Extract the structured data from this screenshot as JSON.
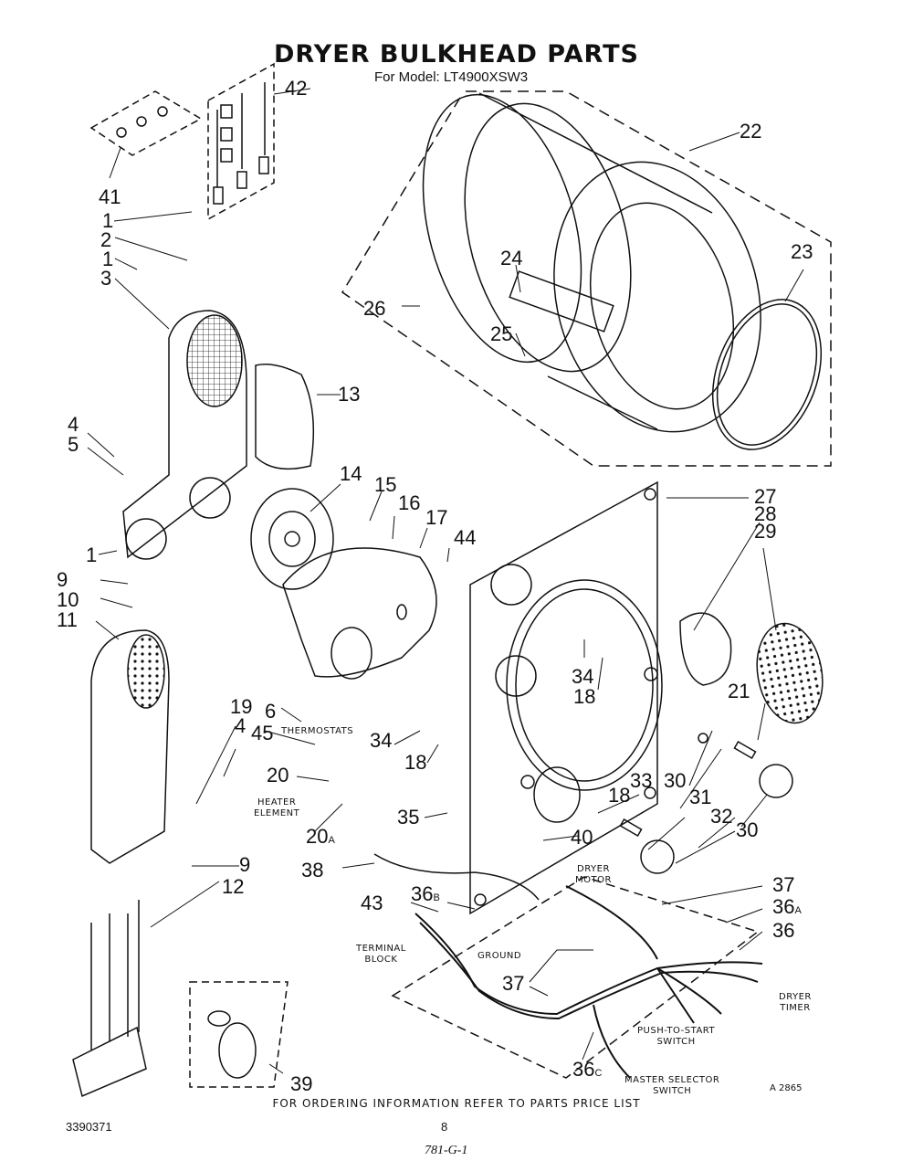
{
  "header": {
    "title": "DRYER BULKHEAD PARTS",
    "subtitle": "For Model: LT4900XSW3"
  },
  "callouts": [
    {
      "id": "42",
      "text": "42"
    },
    {
      "id": "41",
      "text": "41"
    },
    {
      "id": "1a",
      "text": "1"
    },
    {
      "id": "2",
      "text": "2"
    },
    {
      "id": "1b",
      "text": "1"
    },
    {
      "id": "3",
      "text": "3"
    },
    {
      "id": "22",
      "text": "22"
    },
    {
      "id": "23",
      "text": "23"
    },
    {
      "id": "24",
      "text": "24"
    },
    {
      "id": "25",
      "text": "25"
    },
    {
      "id": "26",
      "text": "26"
    },
    {
      "id": "13",
      "text": "13"
    },
    {
      "id": "4a",
      "text": "4"
    },
    {
      "id": "5",
      "text": "5"
    },
    {
      "id": "14",
      "text": "14"
    },
    {
      "id": "15",
      "text": "15"
    },
    {
      "id": "16",
      "text": "16"
    },
    {
      "id": "17",
      "text": "17"
    },
    {
      "id": "44",
      "text": "44"
    },
    {
      "id": "1c",
      "text": "1"
    },
    {
      "id": "9a",
      "text": "9"
    },
    {
      "id": "10",
      "text": "10"
    },
    {
      "id": "11",
      "text": "11"
    },
    {
      "id": "27",
      "text": "27"
    },
    {
      "id": "28",
      "text": "28"
    },
    {
      "id": "29",
      "text": "29"
    },
    {
      "id": "34a",
      "text": "34"
    },
    {
      "id": "18a",
      "text": "18"
    },
    {
      "id": "21",
      "text": "21"
    },
    {
      "id": "19",
      "text": "19"
    },
    {
      "id": "4b",
      "text": "4"
    },
    {
      "id": "6",
      "text": "6"
    },
    {
      "id": "45",
      "text": "45"
    },
    {
      "id": "20",
      "text": "20"
    },
    {
      "id": "20a",
      "text": "20",
      "suffix": "A"
    },
    {
      "id": "34b",
      "text": "34"
    },
    {
      "id": "18b",
      "text": "18"
    },
    {
      "id": "35",
      "text": "35"
    },
    {
      "id": "33",
      "text": "33"
    },
    {
      "id": "30a",
      "text": "30"
    },
    {
      "id": "18c",
      "text": "18"
    },
    {
      "id": "31",
      "text": "31"
    },
    {
      "id": "32",
      "text": "32"
    },
    {
      "id": "30b",
      "text": "30"
    },
    {
      "id": "40",
      "text": "40"
    },
    {
      "id": "9b",
      "text": "9"
    },
    {
      "id": "38",
      "text": "38"
    },
    {
      "id": "12",
      "text": "12"
    },
    {
      "id": "37a",
      "text": "37"
    },
    {
      "id": "36a",
      "text": "36",
      "suffix": "A"
    },
    {
      "id": "36",
      "text": "36"
    },
    {
      "id": "43",
      "text": "43"
    },
    {
      "id": "36b",
      "text": "36",
      "suffix": "B"
    },
    {
      "id": "37b",
      "text": "37"
    },
    {
      "id": "36c",
      "text": "36",
      "suffix": "C"
    },
    {
      "id": "39",
      "text": "39"
    }
  ],
  "labels": {
    "thermostats": "THERMOSTATS",
    "heater_element": "HEATER\nELEMENT",
    "dryer_motor": "DRYER\nMOTOR",
    "terminal_block": "TERMINAL\nBLOCK",
    "ground": "GROUND",
    "dryer_timer": "DRYER\nTIMER",
    "push_to_start": "PUSH-TO-START\nSWITCH",
    "master_selector": "MASTER SELECTOR\nSWITCH"
  },
  "footer": {
    "ordering_note": "FOR ORDERING INFORMATION REFER TO PARTS PRICE LIST",
    "document_number": "3390371",
    "page_number": "8",
    "handwritten_code": "781-G-1",
    "illustration_ref": "A 2865"
  }
}
